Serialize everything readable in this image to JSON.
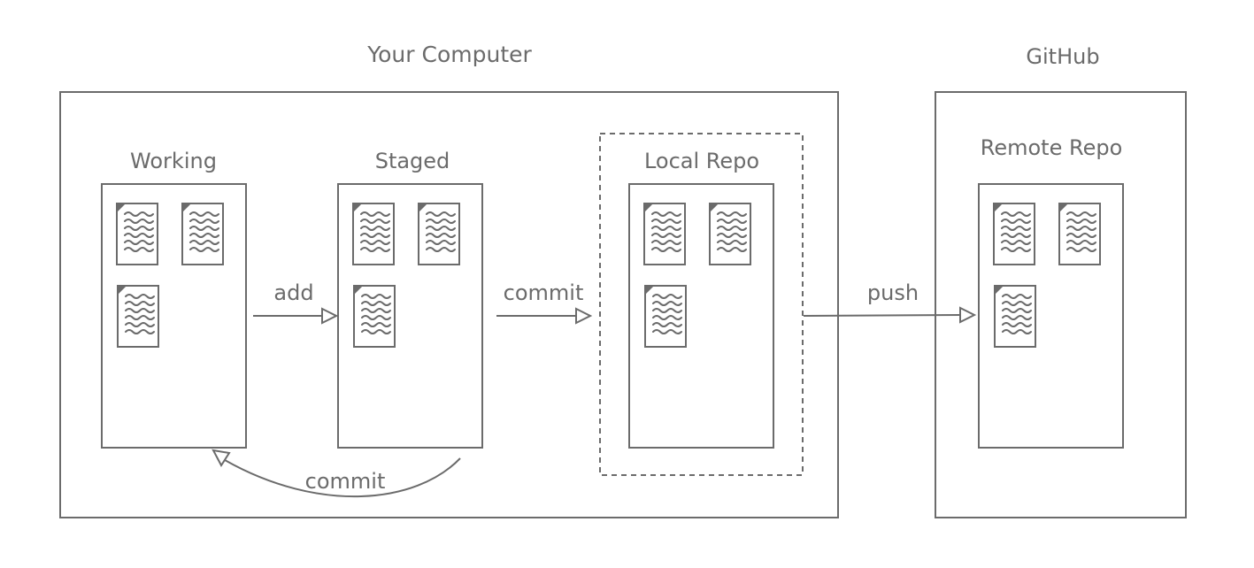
{
  "groups": {
    "computer": {
      "title": "Your Computer"
    },
    "github": {
      "title": "GitHub"
    }
  },
  "areas": {
    "working": {
      "title": "Working",
      "files": 3
    },
    "staged": {
      "title": "Staged",
      "files": 3
    },
    "local_repo": {
      "title": "Local Repo",
      "files": 3
    },
    "remote_repo": {
      "title": "Remote Repo",
      "files": 3
    }
  },
  "edges": {
    "add": "add",
    "commit": "commit",
    "push": "push",
    "commit_back": "commit"
  },
  "colors": {
    "stroke": "#6b6b6b",
    "background": "#ffffff"
  }
}
